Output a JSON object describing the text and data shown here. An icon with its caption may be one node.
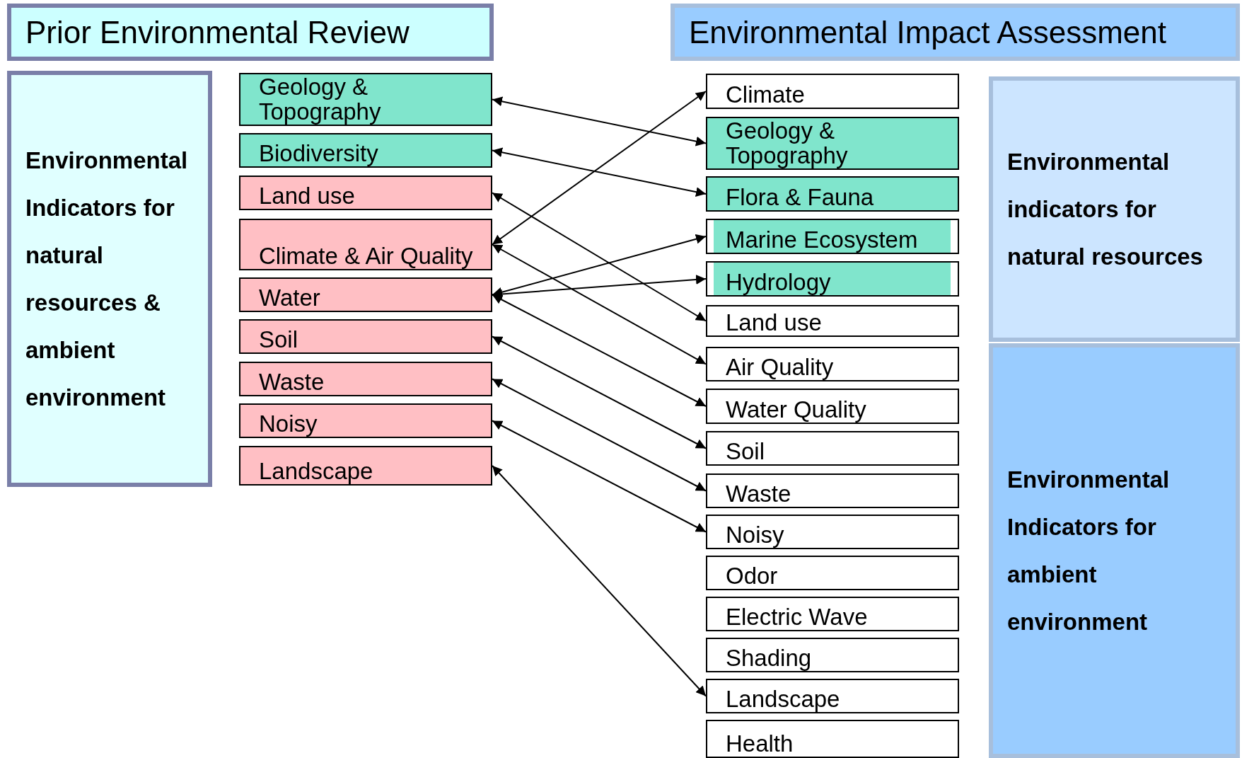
{
  "diagram": {
    "nodes": [
      {
        "text": [
          "Prior Environmental Review"
        ]
      },
      {
        "text": [
          "Environmental Indicators for natural resources & ambient environment"
        ]
      },
      {
        "text": [
          "Geology & Topography"
        ]
      },
      {
        "text": [
          "Biodiversity"
        ]
      },
      {
        "text": [
          "Land use"
        ]
      },
      {
        "text": [
          "Climate & Air Quality"
        ]
      },
      {
        "text": [
          "Water"
        ]
      },
      {
        "text": [
          "Soil"
        ]
      },
      {
        "text": [
          "Waste"
        ]
      },
      {
        "text": [
          "Noisy"
        ]
      },
      {
        "text": [
          "Landscape"
        ]
      },
      {
        "text": [
          "Environmental Impact Assessment"
        ]
      },
      {
        "text": [
          "Climate"
        ]
      },
      {
        "text": [
          "Geology & Topography"
        ]
      },
      {
        "text": [
          "Flora & Fauna"
        ]
      },
      {
        "text": [
          "Marine Ecosystem"
        ]
      },
      {
        "text": [
          "Hydrology"
        ]
      },
      {
        "text": [
          "Land use"
        ]
      },
      {
        "text": [
          "Air Quality"
        ]
      },
      {
        "text": [
          "Water Quality"
        ]
      },
      {
        "text": [
          "Soil"
        ]
      },
      {
        "text": [
          "Waste"
        ]
      },
      {
        "text": [
          "Noisy"
        ]
      },
      {
        "text": [
          "Odor"
        ]
      },
      {
        "text": [
          "Electric Wave"
        ]
      },
      {
        "text": [
          "Shading"
        ]
      },
      {
        "text": [
          "Landscape"
        ]
      },
      {
        "text": [
          "Health"
        ]
      },
      {
        "text": [
          "Environmental indicators for natural resources"
        ]
      },
      {
        "text": [
          "Environmental Indicators for ambient environment"
        ]
      }
    ],
    "edges": [
      {
        "from": 2,
        "to": 13,
        "arrow": "both"
      },
      {
        "from": 3,
        "to": 14,
        "arrow": "both"
      },
      {
        "from": 4,
        "to": 17,
        "arrow": "both"
      },
      {
        "from": 5,
        "to": 12,
        "arrow": "both"
      },
      {
        "from": 5,
        "to": 18,
        "arrow": "both"
      },
      {
        "from": 6,
        "to": 15,
        "arrow": "both"
      },
      {
        "from": 6,
        "to": 16,
        "arrow": "both"
      },
      {
        "from": 6,
        "to": 19,
        "arrow": "both"
      },
      {
        "from": 7,
        "to": 20,
        "arrow": "both"
      },
      {
        "from": 8,
        "to": 21,
        "arrow": "both"
      },
      {
        "from": 9,
        "to": 22,
        "arrow": "both"
      },
      {
        "from": 10,
        "to": 26,
        "arrow": "both"
      }
    ]
  }
}
